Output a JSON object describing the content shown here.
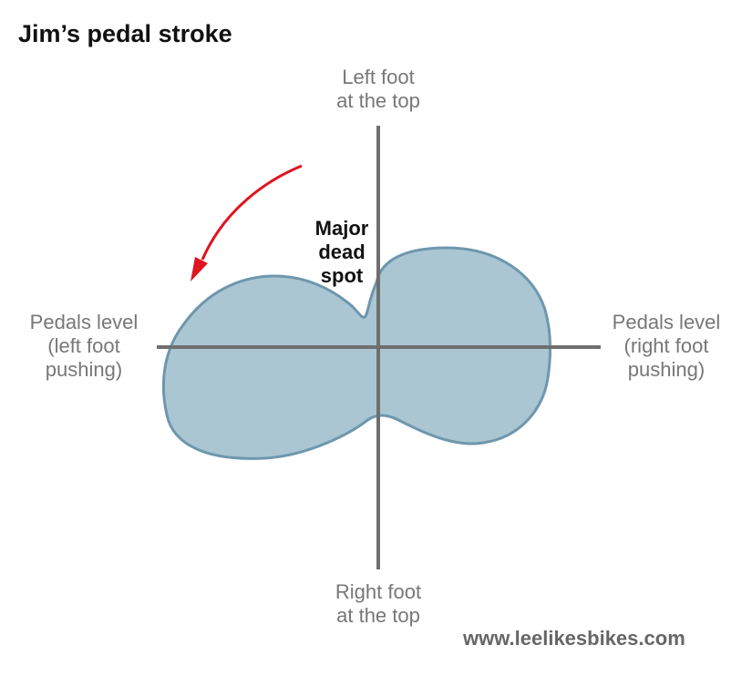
{
  "title": "Jim’s pedal stroke",
  "axis_labels": {
    "top": [
      "Left foot",
      "at the top"
    ],
    "bottom": [
      "Right foot",
      "at the top"
    ],
    "left": [
      "Pedals level",
      "(left foot",
      "pushing)"
    ],
    "right": [
      "Pedals level",
      "(right foot",
      "pushing)"
    ]
  },
  "annotation": [
    "Major",
    "dead",
    "spot"
  ],
  "credit": "www.leelikesbikes.com",
  "colors": {
    "shape_fill": "#aac6d2",
    "shape_stroke": "#6e97ad",
    "axis": "#6f6f6f",
    "arrow": "#e0141e",
    "label": "#777777"
  }
}
